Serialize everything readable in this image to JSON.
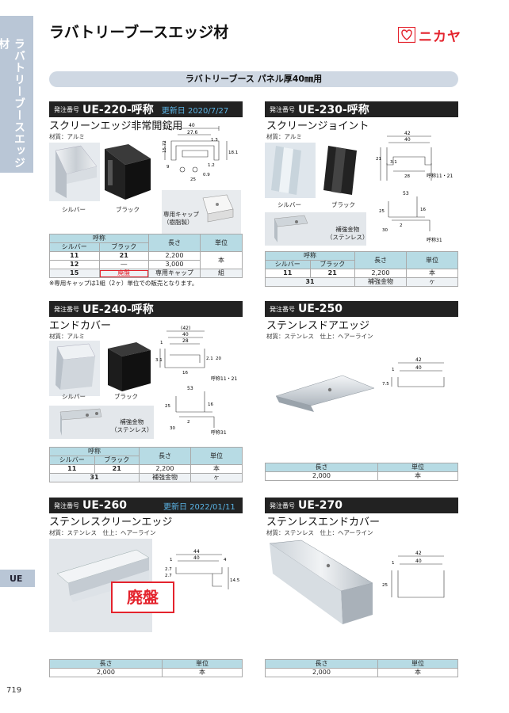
{
  "side_tab": "ラバトリーブースエッジ材",
  "category_tab": "UE",
  "page_number": "719",
  "page_title": "ラバトリーブースエッジ材",
  "brand_logo": "ニカヤ",
  "banner": "ラバトリーブース パネル厚40㎜用",
  "common": {
    "order_no_label": "発注番号",
    "nominal": "呼称",
    "silver": "シルバー",
    "black": "ブラック",
    "length": "長さ",
    "unit": "単位"
  },
  "ue220": {
    "code": "UE-220-呼称",
    "updated": "更新日 2020/7/27",
    "subtitle": "スクリーンエッジ非常開錠用",
    "material": "材質：アルミ",
    "photo_silver": "シルバー",
    "photo_black": "ブラック",
    "cap_line1": "専用キャップ",
    "cap_line2": "（樹脂製）",
    "dims": {
      "d1": "40",
      "d2": "27.6",
      "d3": "15.72",
      "d4": "1.3",
      "d5": "18.1",
      "d6": "9",
      "d7": "25",
      "d8": "0.9",
      "d9": "1.2"
    },
    "rows": [
      {
        "silver": "11",
        "black": "21",
        "length": "2,200",
        "unit": "本"
      },
      {
        "silver": "12",
        "black": "―",
        "length": "3,000",
        "unit": ""
      },
      {
        "silver": "15",
        "black": "廃盤",
        "length": "専用キャップ",
        "unit": "組"
      }
    ],
    "note": "※専用キャップは1組（2ヶ）単位での販売となります。"
  },
  "ue230": {
    "code": "UE-230-呼称",
    "subtitle": "スクリーンジョイント",
    "material": "材質：アルミ",
    "photo_silver": "シルバー",
    "photo_black": "ブラック",
    "fitting_line1": "補強金物",
    "fitting_line2": "（ステンレス）",
    "dims": {
      "a1": "42",
      "a2": "40",
      "a3": "21",
      "a4": "3.1",
      "a5": "28",
      "note1": "呼称11・21",
      "b1": "53",
      "b2": "25",
      "b3": "16",
      "b4": "30",
      "b5": "2",
      "note2": "呼称31"
    },
    "rows": [
      {
        "silver": "11",
        "black": "21",
        "length": "2,200",
        "unit": "本"
      },
      {
        "silver": "31",
        "black": "",
        "length": "補強金物",
        "unit": "ヶ"
      }
    ]
  },
  "ue240": {
    "code": "UE-240-呼称",
    "subtitle": "エンドカバー",
    "material": "材質：アルミ",
    "photo_silver": "シルバー",
    "photo_black": "ブラック",
    "fitting_line1": "補強金物",
    "fitting_line2": "（ステンレス）",
    "dims": {
      "a1": "(42)",
      "a2": "40",
      "a3": "28",
      "a4": "1",
      "a5": "3.1",
      "a6": "2.1",
      "a7": "20",
      "a8": "16",
      "note1": "呼称11・21",
      "b1": "53",
      "b2": "25",
      "b3": "16",
      "b4": "30",
      "b5": "2",
      "note2": "呼称31"
    },
    "rows": [
      {
        "silver": "11",
        "black": "21",
        "length": "2,200",
        "unit": "本"
      },
      {
        "silver": "31",
        "black": "",
        "length": "補強金物",
        "unit": "ヶ"
      }
    ]
  },
  "ue250": {
    "code": "UE-250",
    "subtitle": "ステンレスドアエッジ",
    "material": "材質：ステンレス　仕上：ヘアーライン",
    "dims": {
      "d1": "42",
      "d2": "40",
      "d3": "1",
      "d4": "7.5"
    },
    "rows": [
      {
        "length": "2,000",
        "unit": "本"
      }
    ]
  },
  "ue260": {
    "code": "UE-260",
    "updated": "更新日 2022/01/11",
    "subtitle": "ステンレスクリーンエッジ",
    "material": "材質：ステンレス　仕上：ヘアーライン",
    "discontinued": "廃盤",
    "dims": {
      "d1": "44",
      "d2": "40",
      "d3": "1",
      "d4": "4",
      "d5": "2.7",
      "d6": "2.7",
      "d7": "14.5"
    },
    "rows": [
      {
        "length": "2,000",
        "unit": "本"
      }
    ]
  },
  "ue270": {
    "code": "UE-270",
    "subtitle": "ステンレスエンドカバー",
    "material": "材質：ステンレス　仕上：ヘアーライン",
    "dims": {
      "d1": "42",
      "d2": "40",
      "d3": "1",
      "d4": "25"
    },
    "rows": [
      {
        "length": "2,000",
        "unit": "本"
      }
    ]
  },
  "colors": {
    "accent_blue": "#5ab4e6",
    "header_black": "#222222",
    "table_header": "#b7dbe4",
    "side_tab": "#b9c6d6",
    "logo_red": "#e4232d"
  }
}
